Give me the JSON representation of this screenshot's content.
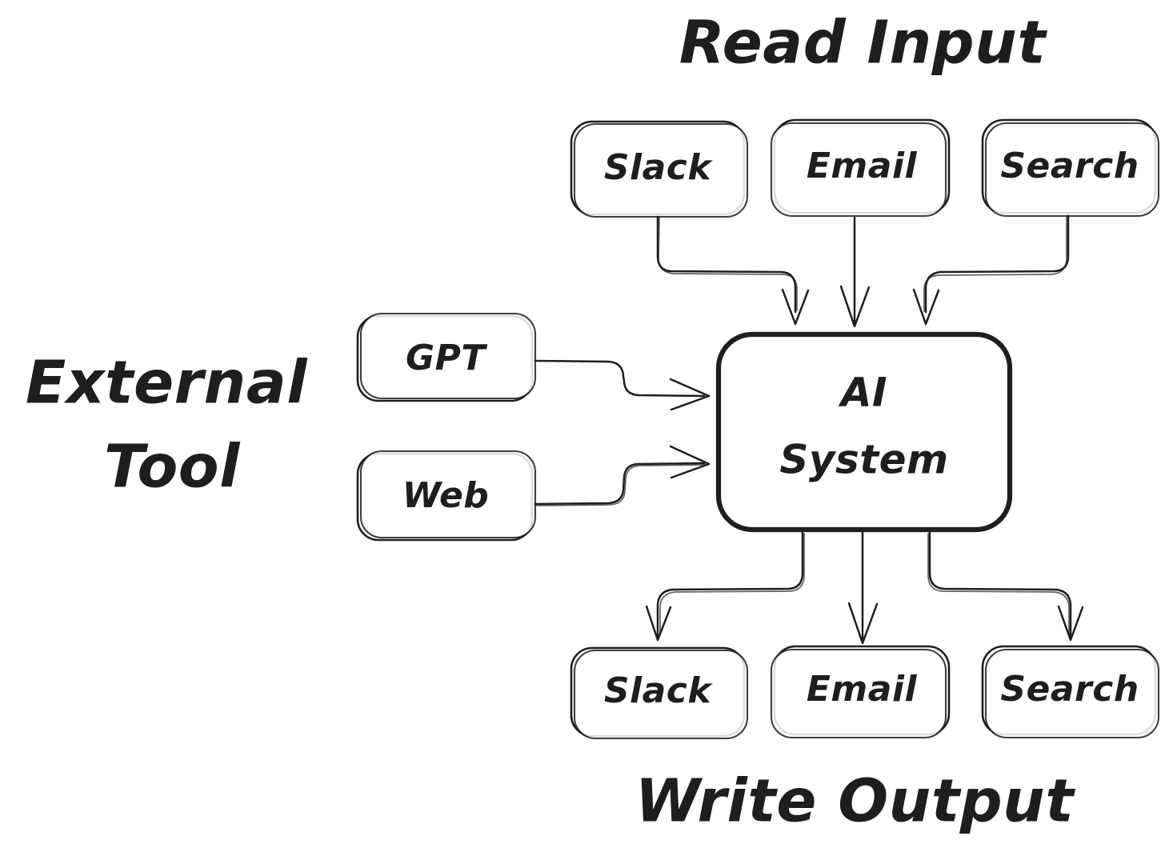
{
  "diagram": {
    "title_read_input": "Read Input",
    "title_external_tool_line1": "External",
    "title_external_tool_line2": "Tool",
    "title_write_output": "Write Output",
    "center_node_line1": "AI",
    "center_node_line2": "System",
    "input_nodes": [
      {
        "label": "Slack"
      },
      {
        "label": "Email"
      },
      {
        "label": "Search"
      }
    ],
    "tool_nodes": [
      {
        "label": "GPT"
      },
      {
        "label": "Web"
      }
    ],
    "output_nodes": [
      {
        "label": "Slack"
      },
      {
        "label": "Email"
      },
      {
        "label": "Search"
      }
    ],
    "colors": {
      "stroke": "#1e1e1e",
      "node_fill": "#ffffff",
      "background": "#ffffff"
    }
  }
}
